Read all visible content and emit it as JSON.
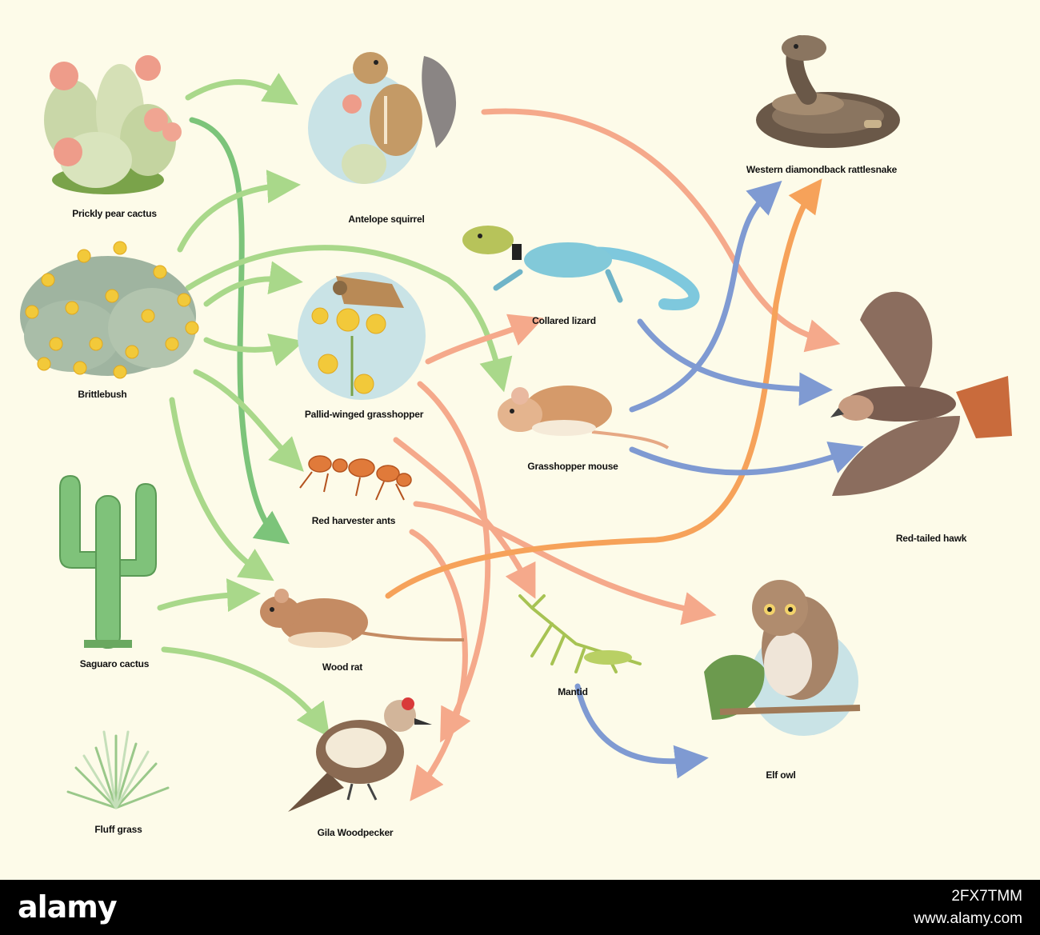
{
  "organisms": {
    "prickly_pear": "Prickly pear cactus",
    "antelope_squirrel": "Antelope squirrel",
    "brittlebush": "Brittlebush",
    "saguaro": "Saguaro cactus",
    "fluff_grass": "Fluff grass",
    "grasshopper": "Pallid-winged grasshopper",
    "harvester_ants": "Red harvester ants",
    "wood_rat": "Wood rat",
    "gila_woodpecker": "Gila Woodpecker",
    "collared_lizard": "Collared lizard",
    "grasshopper_mouse": "Grasshopper mouse",
    "mantid": "Mantid",
    "rattlesnake": "Western diamondback rattlesnake",
    "hawk": "Red-tailed hawk",
    "elf_owl": "Elf owl"
  },
  "colors": {
    "producer_arrow": "#a9d88a",
    "producer_arrow_dark": "#7cc47a",
    "consumer_arrow": "#f5a98b",
    "orange_arrow": "#f6a25a",
    "predator_arrow": "#7f9ad2"
  },
  "footer": {
    "brand": "alamy",
    "image_id": "2FX7TMM",
    "site": "www.alamy.com"
  }
}
